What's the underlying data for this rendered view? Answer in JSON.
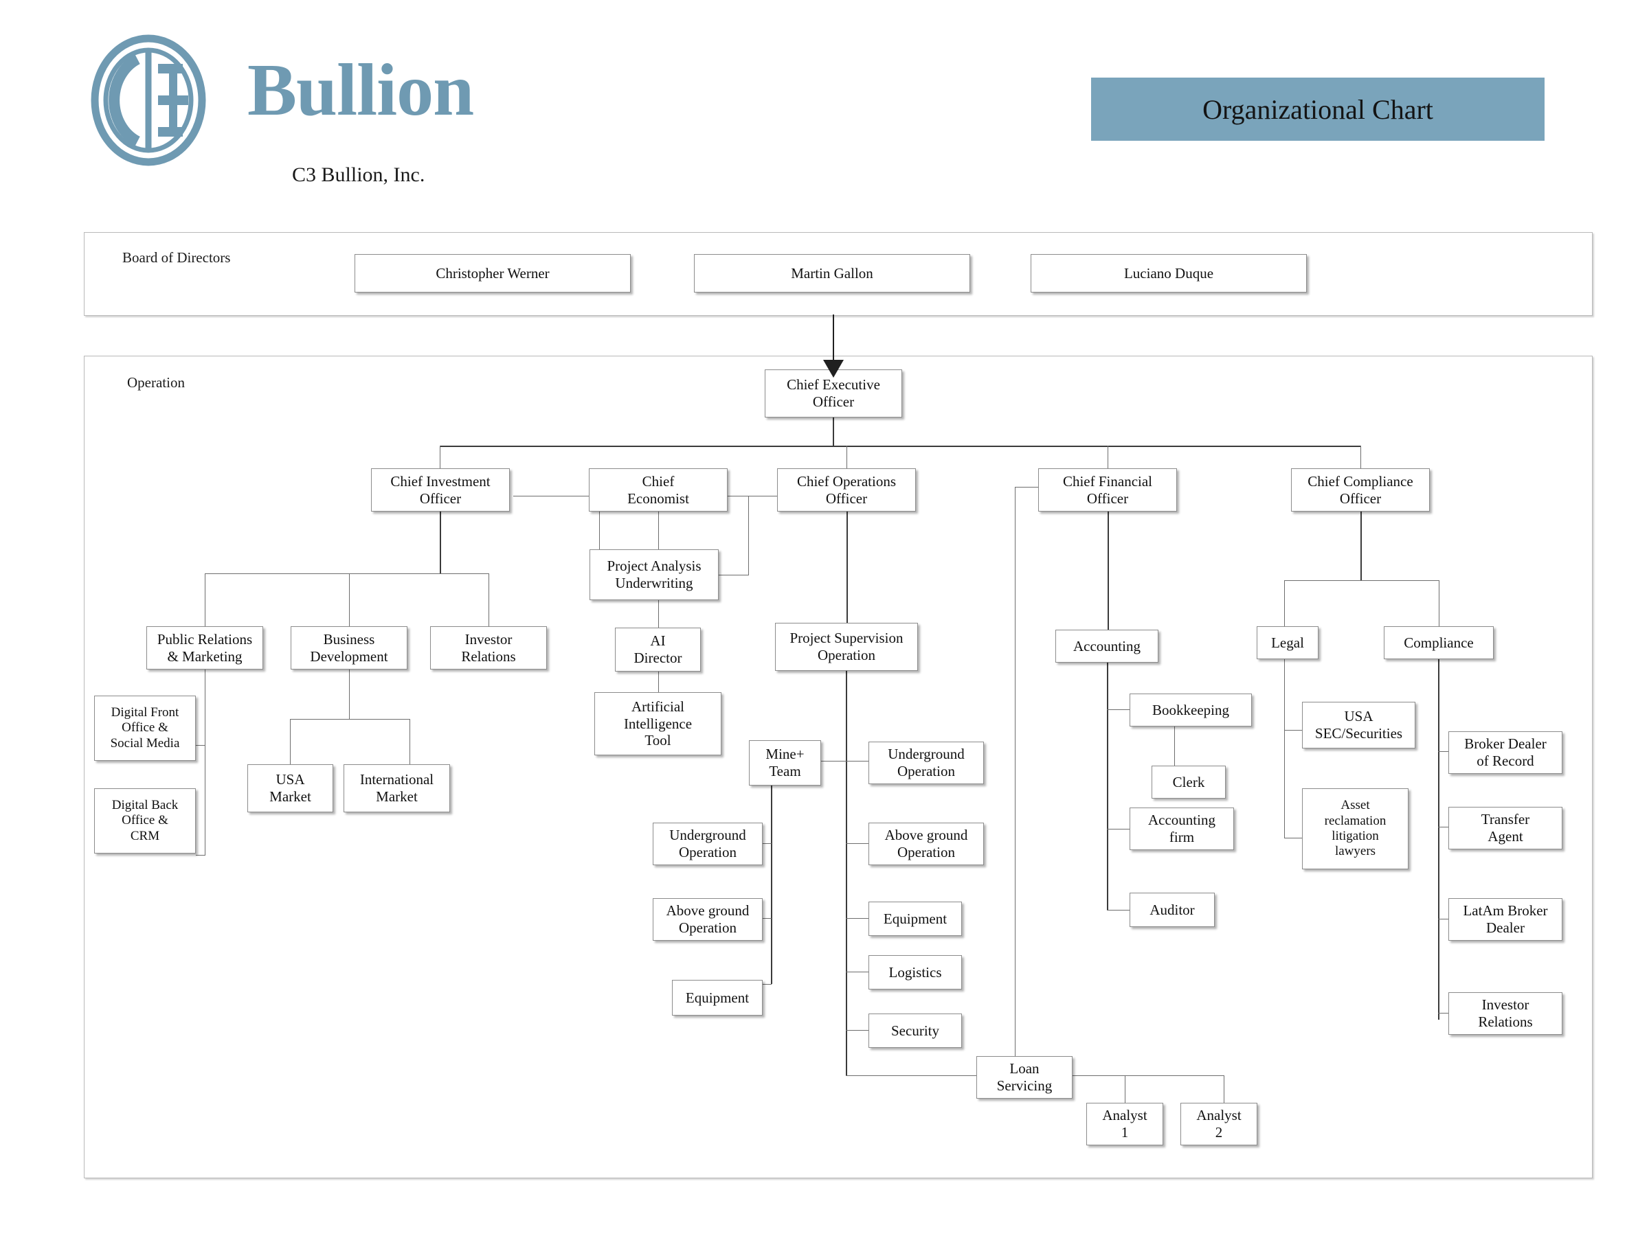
{
  "brand": {
    "wordmark": "Bullion",
    "subtitle": "C3 Bullion, Inc.",
    "logo_icon": "c3-circle-monogram-icon",
    "logo_color": "#6f9ab2"
  },
  "header": {
    "title": "Organizational Chart",
    "title_banner_color": "#7aa4bb"
  },
  "panels": {
    "board": {
      "label": "Board of Directors"
    },
    "operation": {
      "label": "Operation"
    }
  },
  "board_members": [
    {
      "label": "Christopher Werner"
    },
    {
      "label": "Martin Gallon"
    },
    {
      "label": "Luciano Duque"
    }
  ],
  "chart_data": {
    "type": "diagram",
    "title": "Organizational Chart",
    "subtitle": "C3 Bullion, Inc.",
    "nodes": [
      {
        "id": "ceo",
        "label": "Chief Executive\nOfficer",
        "parent": "board"
      },
      {
        "id": "cio",
        "label": "Chief Investment\nOfficer",
        "parent": "ceo"
      },
      {
        "id": "ceco",
        "label": "Chief\nEconomist",
        "parent": "ceo"
      },
      {
        "id": "coo",
        "label": "Chief Operations\nOfficer",
        "parent": "ceo"
      },
      {
        "id": "cfo",
        "label": "Chief Financial\nOfficer",
        "parent": "ceo"
      },
      {
        "id": "cco",
        "label": "Chief Compliance\nOfficer",
        "parent": "ceo"
      },
      {
        "id": "pau",
        "label": "Project Analysis\nUnderwriting",
        "parent": "ceco"
      },
      {
        "id": "pr",
        "label": "Public Relations\n& Marketing",
        "parent": "cio"
      },
      {
        "id": "bizdev",
        "label": "Business\nDevelopment",
        "parent": "cio"
      },
      {
        "id": "ir",
        "label": "Investor\nRelations",
        "parent": "cio"
      },
      {
        "id": "dfo",
        "label": "Digital Front\nOffice &\nSocial Media",
        "parent": "pr"
      },
      {
        "id": "dbo",
        "label": "Digital Back\nOffice &\nCRM",
        "parent": "pr"
      },
      {
        "id": "usam",
        "label": "USA\nMarket",
        "parent": "bizdev"
      },
      {
        "id": "intlm",
        "label": "International\nMarket",
        "parent": "bizdev"
      },
      {
        "id": "aidir",
        "label": "AI\nDirector",
        "parent": "pau"
      },
      {
        "id": "aitool",
        "label": "Artificial\nIntelligence\nTool",
        "parent": "aidir"
      },
      {
        "id": "pso",
        "label": "Project Supervision\nOperation",
        "parent": "coo"
      },
      {
        "id": "mine",
        "label": "Mine+\nTeam",
        "parent": "pso"
      },
      {
        "id": "mine_ug",
        "label": "Underground\nOperation",
        "parent": "mine"
      },
      {
        "id": "mine_ag",
        "label": "Above ground\nOperation",
        "parent": "mine"
      },
      {
        "id": "mine_eq",
        "label": "Equipment",
        "parent": "mine"
      },
      {
        "id": "pso_ug",
        "label": "Underground\nOperation",
        "parent": "pso"
      },
      {
        "id": "pso_ag",
        "label": "Above ground\nOperation",
        "parent": "pso"
      },
      {
        "id": "pso_eq",
        "label": "Equipment",
        "parent": "pso"
      },
      {
        "id": "pso_log",
        "label": "Logistics",
        "parent": "pso"
      },
      {
        "id": "pso_sec",
        "label": "Security",
        "parent": "pso"
      },
      {
        "id": "loan",
        "label": "Loan\nServicing",
        "parent": "cfo"
      },
      {
        "id": "an1",
        "label": "Analyst\n1",
        "parent": "loan"
      },
      {
        "id": "an2",
        "label": "Analyst\n2",
        "parent": "loan"
      },
      {
        "id": "acct",
        "label": "Accounting",
        "parent": "cfo"
      },
      {
        "id": "book",
        "label": "Bookkeeping",
        "parent": "acct"
      },
      {
        "id": "clerk",
        "label": "Clerk",
        "parent": "book"
      },
      {
        "id": "acctfirm",
        "label": "Accounting\nfirm",
        "parent": "acct"
      },
      {
        "id": "auditor",
        "label": "Auditor",
        "parent": "acct"
      },
      {
        "id": "legal",
        "label": "Legal",
        "parent": "cco"
      },
      {
        "id": "sec",
        "label": "USA\nSEC/Securities",
        "parent": "legal"
      },
      {
        "id": "asset",
        "label": "Asset\nreclamation\nlitigation\nlawyers",
        "parent": "legal"
      },
      {
        "id": "comp",
        "label": "Compliance",
        "parent": "cco"
      },
      {
        "id": "bdr",
        "label": "Broker Dealer\nof Record",
        "parent": "comp"
      },
      {
        "id": "ta",
        "label": "Transfer\nAgent",
        "parent": "comp"
      },
      {
        "id": "latam",
        "label": "LatAm Broker\nDealer",
        "parent": "comp"
      },
      {
        "id": "cir",
        "label": "Investor\nRelations",
        "parent": "comp"
      }
    ]
  },
  "nodes": {
    "ceo": "Chief Executive Officer",
    "cio": "Chief Investment Officer",
    "ceco": "Chief Economist",
    "coo": "Chief Operations Officer",
    "cfo": "Chief Financial Officer",
    "cco": "Chief Compliance Officer",
    "pau": "Project Analysis Underwriting",
    "pr": "Public Relations & Marketing",
    "bizdev": "Business Development",
    "ir": "Investor Relations",
    "dfo": "Digital Front Office & Social Media",
    "dbo": "Digital Back Office & CRM",
    "usam": "USA Market",
    "intlm": "International Market",
    "aidir": "AI Director",
    "aitool": "Artificial Intelligence Tool",
    "pso": "Project Supervision Operation",
    "mine": "Mine+ Team",
    "mine_ug": "Underground Operation",
    "mine_ag": "Above ground Operation",
    "mine_eq": "Equipment",
    "pso_ug": "Underground Operation",
    "pso_ag": "Above ground Operation",
    "pso_eq": "Equipment",
    "pso_log": "Logistics",
    "pso_sec": "Security",
    "loan": "Loan Servicing",
    "an1": "Analyst 1",
    "an2": "Analyst 2",
    "acct": "Accounting",
    "book": "Bookkeeping",
    "clerk": "Clerk",
    "acctfirm": "Accounting firm",
    "auditor": "Auditor",
    "legal": "Legal",
    "sec": "USA SEC/Securities",
    "asset": "Asset reclamation litigation lawyers",
    "comp": "Compliance",
    "bdr": "Broker Dealer of Record",
    "ta": "Transfer Agent",
    "latam": "LatAm Broker Dealer",
    "cir": "Investor Relations"
  },
  "node_lines": {
    "ceo": [
      "Chief Executive",
      "Officer"
    ],
    "cio": [
      "Chief Investment",
      "Officer"
    ],
    "ceco": [
      "Chief",
      "Economist"
    ],
    "coo": [
      "Chief Operations",
      "Officer"
    ],
    "cfo": [
      "Chief Financial",
      "Officer"
    ],
    "cco": [
      "Chief Compliance",
      "Officer"
    ],
    "pau": [
      "Project Analysis",
      "Underwriting"
    ],
    "pr": [
      "Public Relations",
      "& Marketing"
    ],
    "bizdev": [
      "Business",
      "Development"
    ],
    "ir": [
      "Investor",
      "Relations"
    ],
    "dfo": [
      "Digital Front",
      "Office &",
      "Social Media"
    ],
    "dbo": [
      "Digital Back",
      "Office &",
      "CRM"
    ],
    "usam": [
      "USA",
      "Market"
    ],
    "intlm": [
      "International",
      "Market"
    ],
    "aidir": [
      "AI",
      "Director"
    ],
    "aitool": [
      "Artificial",
      "Intelligence",
      "Tool"
    ],
    "pso": [
      "Project Supervision",
      "Operation"
    ],
    "mine": [
      "Mine+",
      "Team"
    ],
    "mine_ug": [
      "Underground",
      "Operation"
    ],
    "mine_ag": [
      "Above ground",
      "Operation"
    ],
    "mine_eq": [
      "Equipment"
    ],
    "pso_ug": [
      "Underground",
      "Operation"
    ],
    "pso_ag": [
      "Above ground",
      "Operation"
    ],
    "pso_eq": [
      "Equipment"
    ],
    "pso_log": [
      "Logistics"
    ],
    "pso_sec": [
      "Security"
    ],
    "loan": [
      "Loan",
      "Servicing"
    ],
    "an1": [
      "Analyst",
      "1"
    ],
    "an2": [
      "Analyst",
      "2"
    ],
    "acct": [
      "Accounting"
    ],
    "book": [
      "Bookkeeping"
    ],
    "clerk": [
      "Clerk"
    ],
    "acctfirm": [
      "Accounting",
      "firm"
    ],
    "auditor": [
      "Auditor"
    ],
    "legal": [
      "Legal"
    ],
    "sec": [
      "USA",
      "SEC/Securities"
    ],
    "asset": [
      "Asset",
      "reclamation",
      "litigation",
      "lawyers"
    ],
    "comp": [
      "Compliance"
    ],
    "bdr": [
      "Broker Dealer",
      "of Record"
    ],
    "ta": [
      "Transfer",
      "Agent"
    ],
    "latam": [
      "LatAm Broker",
      "Dealer"
    ],
    "cir": [
      "Investor",
      "Relations"
    ]
  }
}
